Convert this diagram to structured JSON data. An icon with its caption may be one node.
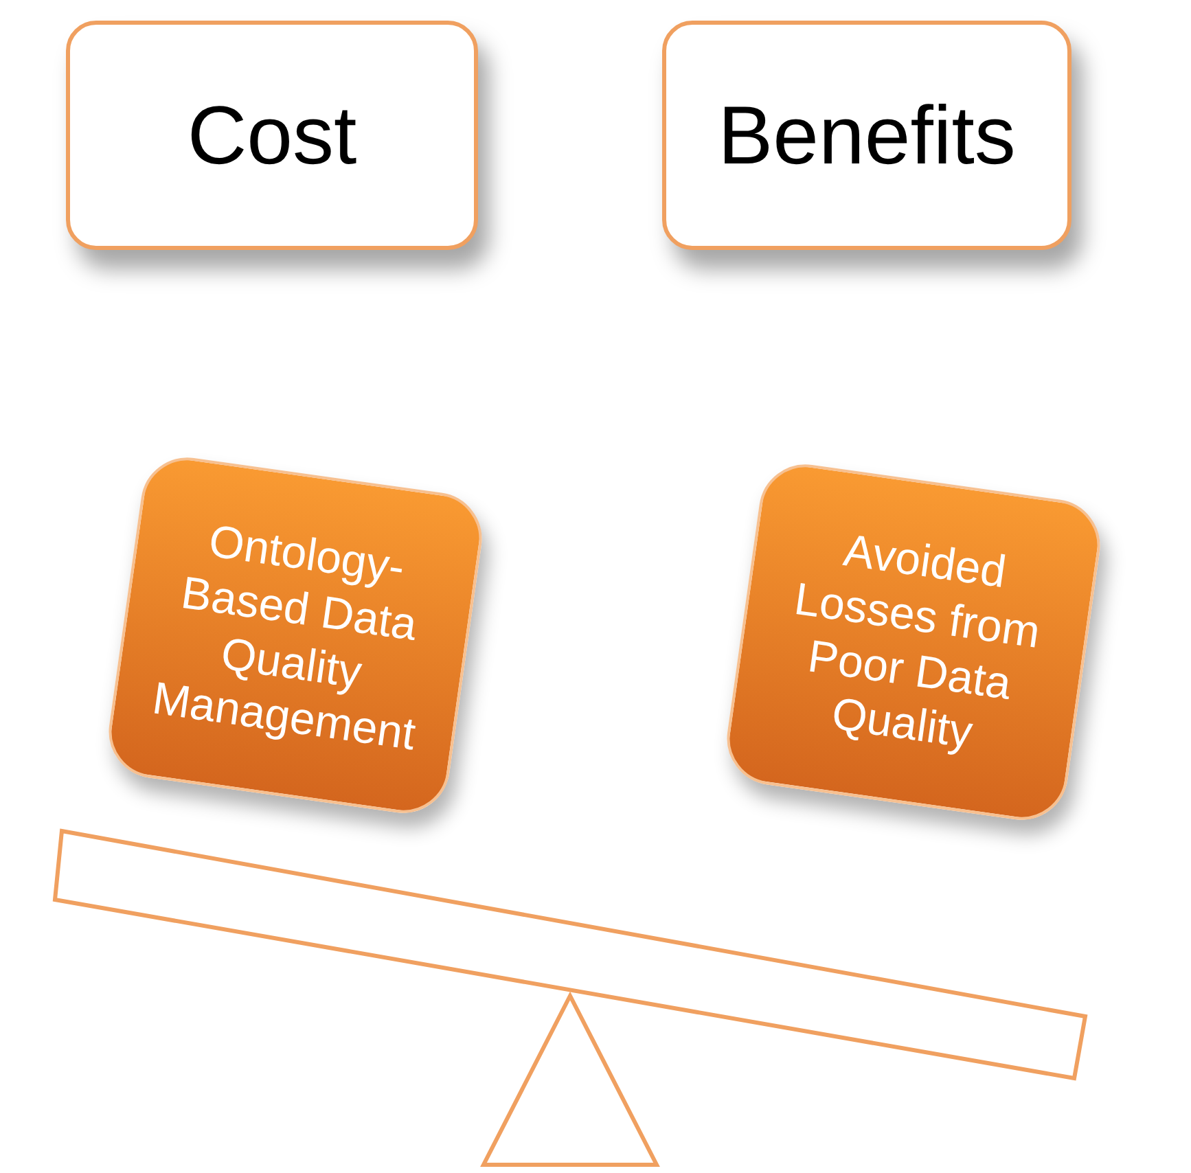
{
  "diagram": {
    "nodes": [
      {
        "text": [
          "Cost"
        ]
      },
      {
        "text": [
          "Benefits"
        ]
      },
      {
        "text": [
          "Ontology-Based Data Quality Management"
        ]
      },
      {
        "text": [
          "Avoided Losses from Poor Data Quality"
        ]
      }
    ]
  }
}
